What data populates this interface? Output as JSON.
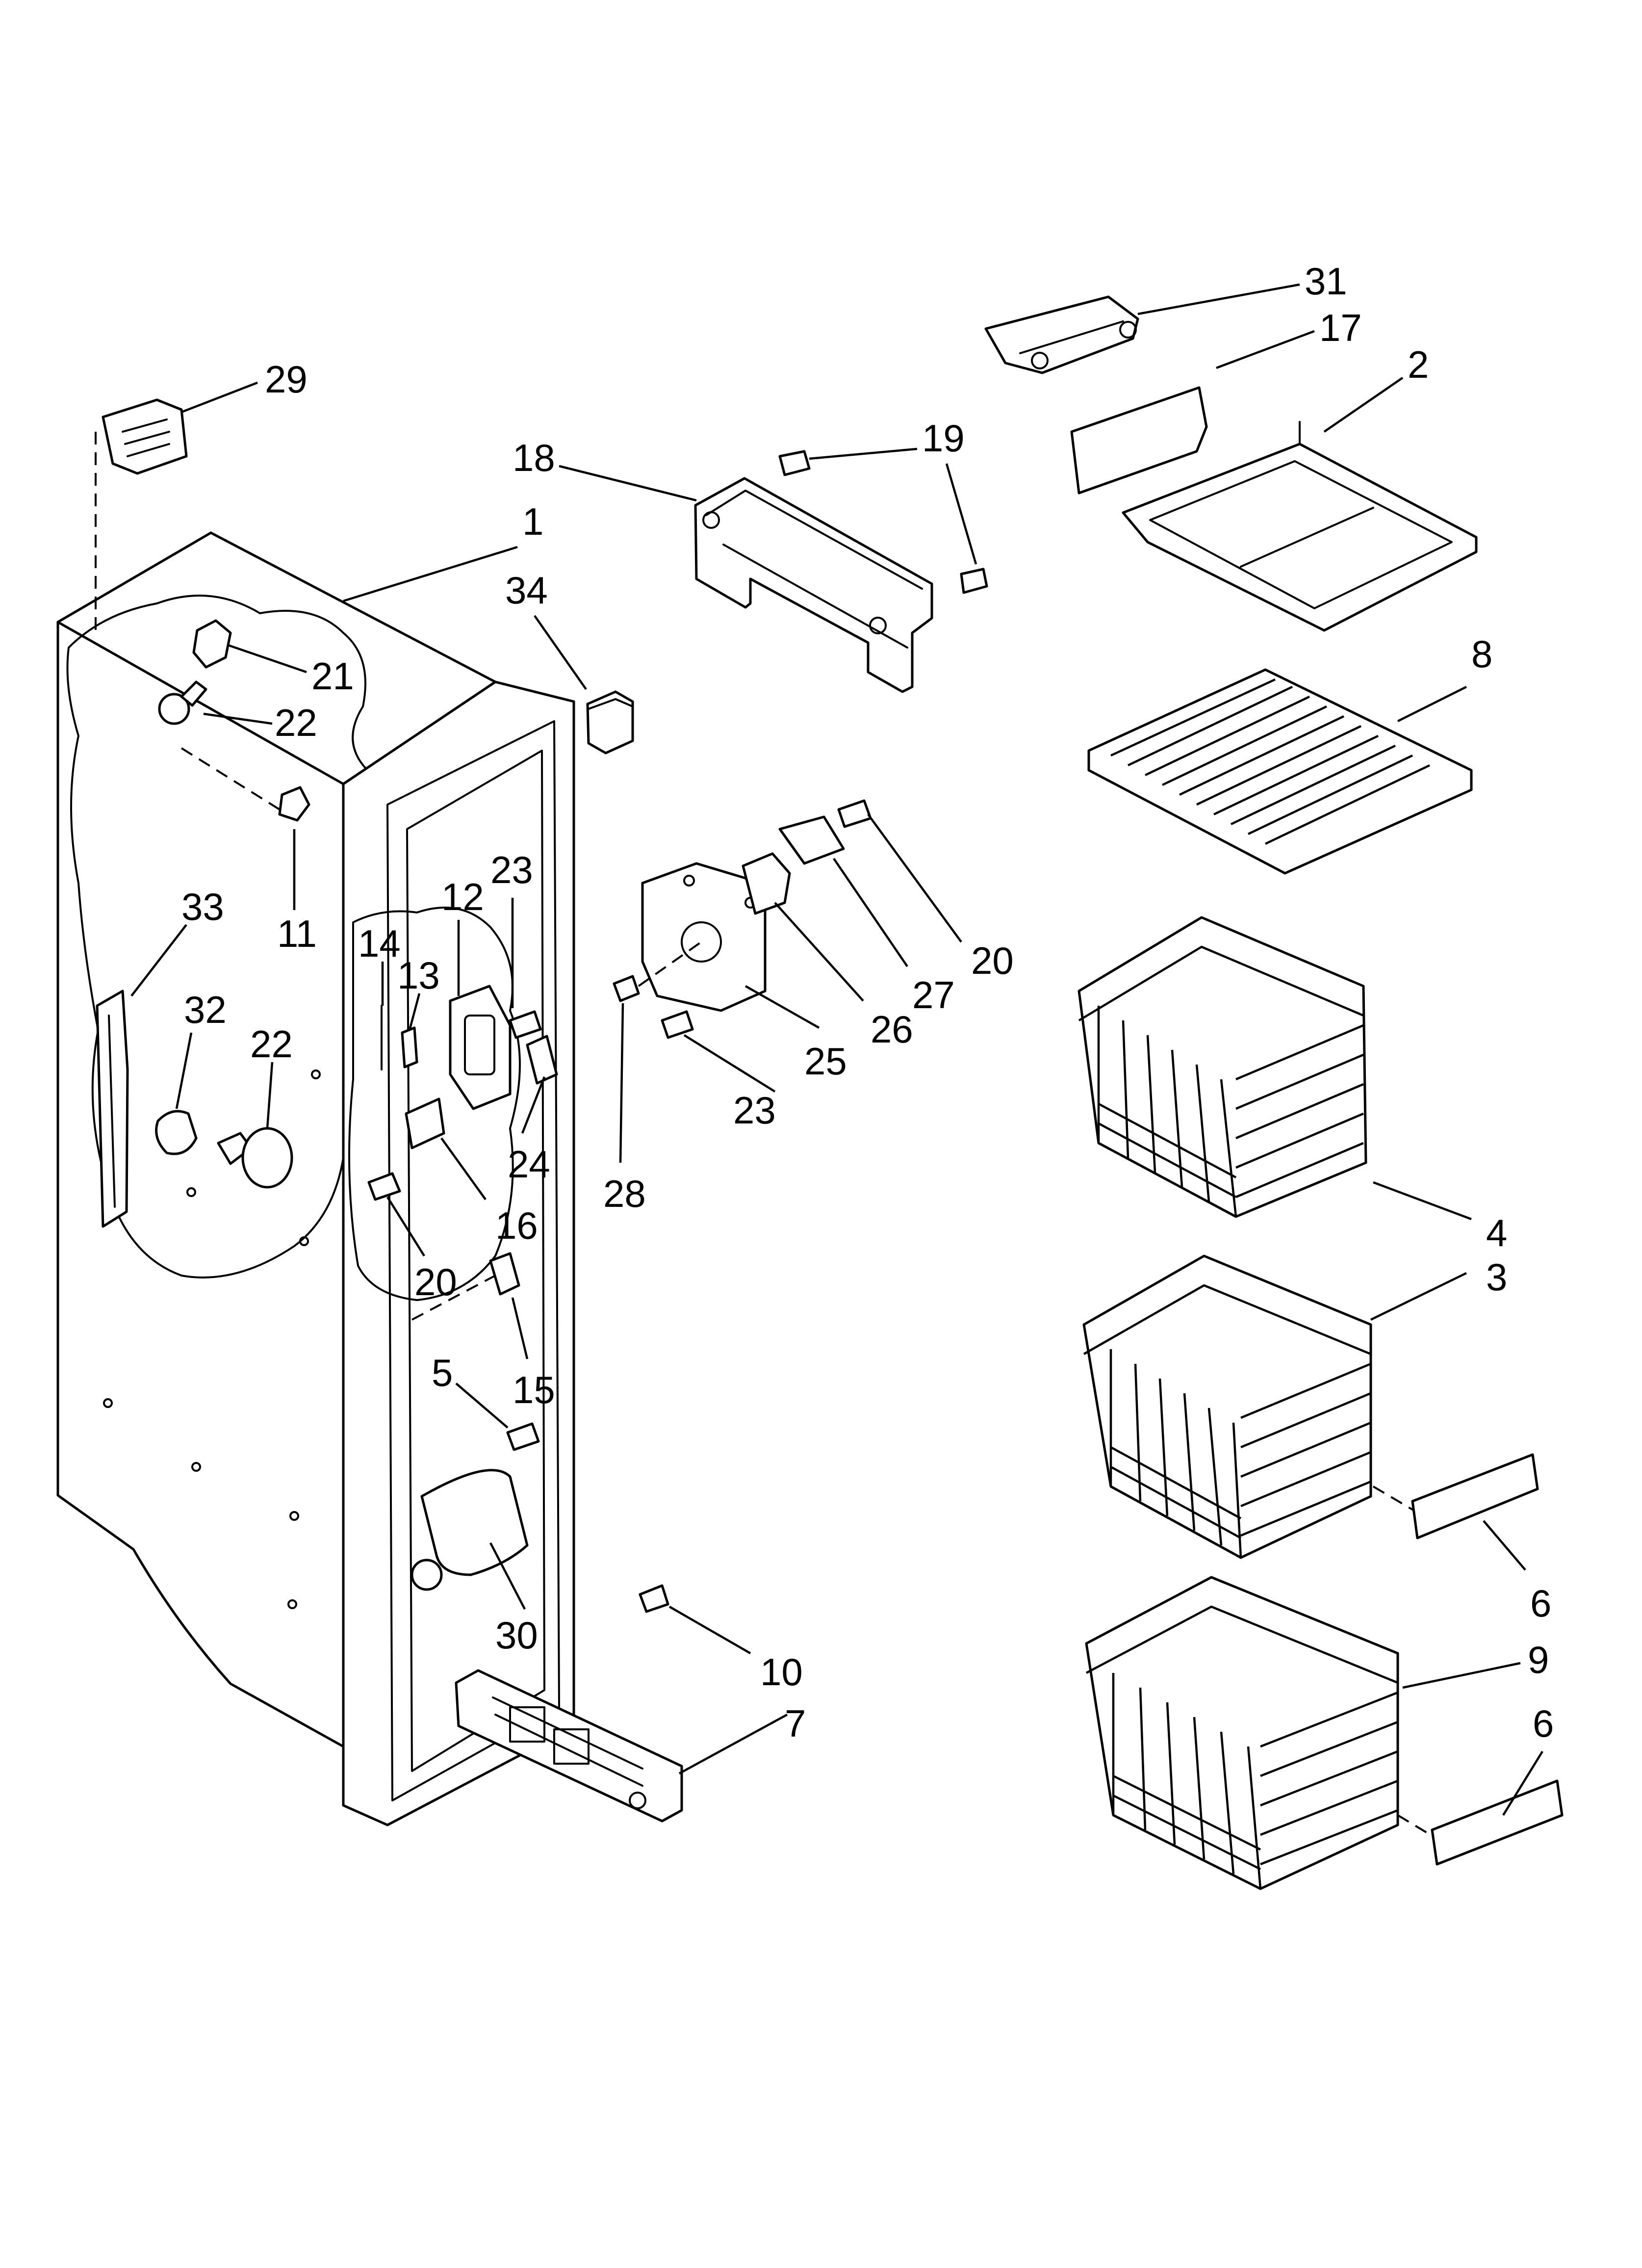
{
  "diagram": {
    "callouts": [
      {
        "id": "c31",
        "text": "31"
      },
      {
        "id": "c17",
        "text": "17"
      },
      {
        "id": "c2",
        "text": "2"
      },
      {
        "id": "c29",
        "text": "29"
      },
      {
        "id": "c19",
        "text": "19"
      },
      {
        "id": "c18",
        "text": "18"
      },
      {
        "id": "c1",
        "text": "1"
      },
      {
        "id": "c34",
        "text": "34"
      },
      {
        "id": "c21",
        "text": "21"
      },
      {
        "id": "c22a",
        "text": "22"
      },
      {
        "id": "c8",
        "text": "8"
      },
      {
        "id": "c33",
        "text": "33"
      },
      {
        "id": "c11",
        "text": "11"
      },
      {
        "id": "c23a",
        "text": "23"
      },
      {
        "id": "c12",
        "text": "12"
      },
      {
        "id": "c14",
        "text": "14"
      },
      {
        "id": "c13",
        "text": "13"
      },
      {
        "id": "c20a",
        "text": "20"
      },
      {
        "id": "c32",
        "text": "32"
      },
      {
        "id": "c22b",
        "text": "22"
      },
      {
        "id": "c27",
        "text": "27"
      },
      {
        "id": "c26",
        "text": "26"
      },
      {
        "id": "c25",
        "text": "25"
      },
      {
        "id": "c23b",
        "text": "23"
      },
      {
        "id": "c24",
        "text": "24"
      },
      {
        "id": "c28",
        "text": "28"
      },
      {
        "id": "c16",
        "text": "16"
      },
      {
        "id": "c4",
        "text": "4"
      },
      {
        "id": "c20b",
        "text": "20"
      },
      {
        "id": "c3",
        "text": "3"
      },
      {
        "id": "c15",
        "text": "15"
      },
      {
        "id": "c5",
        "text": "5"
      },
      {
        "id": "c6a",
        "text": "6"
      },
      {
        "id": "c30",
        "text": "30"
      },
      {
        "id": "c10",
        "text": "10"
      },
      {
        "id": "c9",
        "text": "9"
      },
      {
        "id": "c7",
        "text": "7"
      },
      {
        "id": "c6b",
        "text": "6"
      }
    ]
  }
}
